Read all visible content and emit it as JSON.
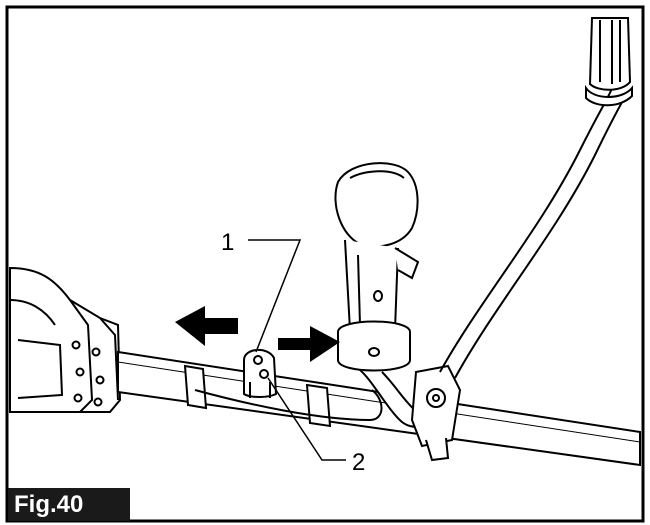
{
  "figure": {
    "label": "Fig.40",
    "callouts": [
      {
        "id": "1",
        "text": "1"
      },
      {
        "id": "2",
        "text": "2"
      }
    ],
    "colors": {
      "ink": "#000000",
      "paper": "#ffffff",
      "label_bg": "#1a1a1a",
      "label_text": "#ffffff"
    }
  }
}
